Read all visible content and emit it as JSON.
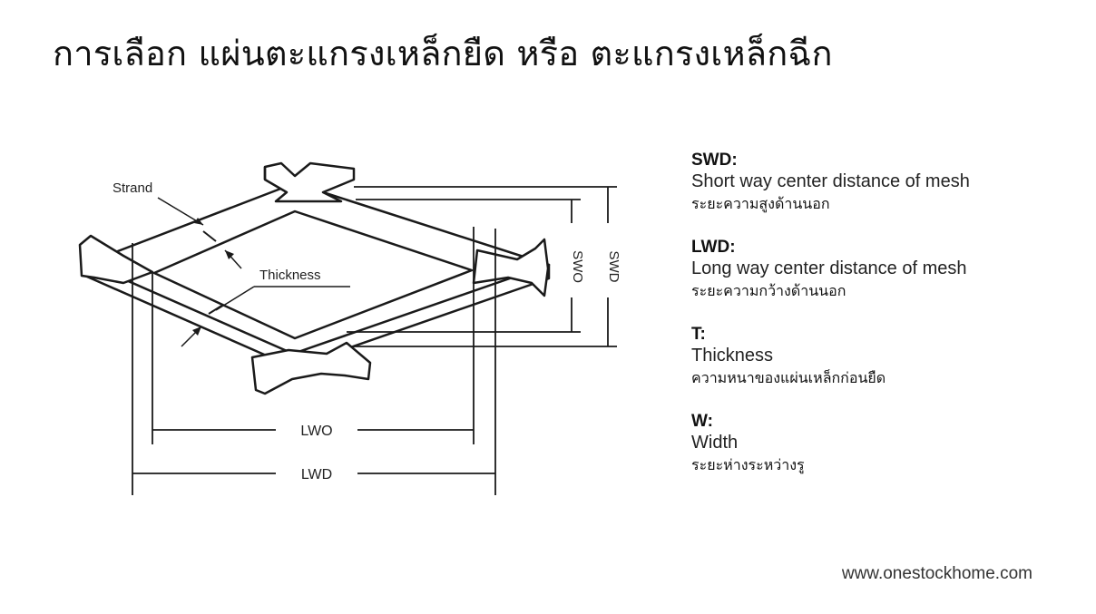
{
  "title": "การเลือก แผ่นตะแกรงเหล็กยืด หรือ ตะแกรงเหล็กฉีก",
  "diagram": {
    "label_strand": "Strand",
    "label_thickness": "Thickness",
    "label_lwo": "LWO",
    "label_lwd": "LWD",
    "label_swo": "SWO",
    "label_swd": "SWD"
  },
  "legend": [
    {
      "code": "SWD:",
      "en": "Short way center distance of mesh",
      "th": "ระยะความสูงด้านนอก"
    },
    {
      "code": "LWD:",
      "en": "Long way center distance of mesh",
      "th": "ระยะความกว้างด้านนอก"
    },
    {
      "code": "T:",
      "en": "Thickness",
      "th": "ความหนาของแผ่นเหล็กก่อนยืด"
    },
    {
      "code": "W:",
      "en": "Width",
      "th": "ระยะห่างระหว่างรู"
    }
  ],
  "website": "www.onestockhome.com"
}
